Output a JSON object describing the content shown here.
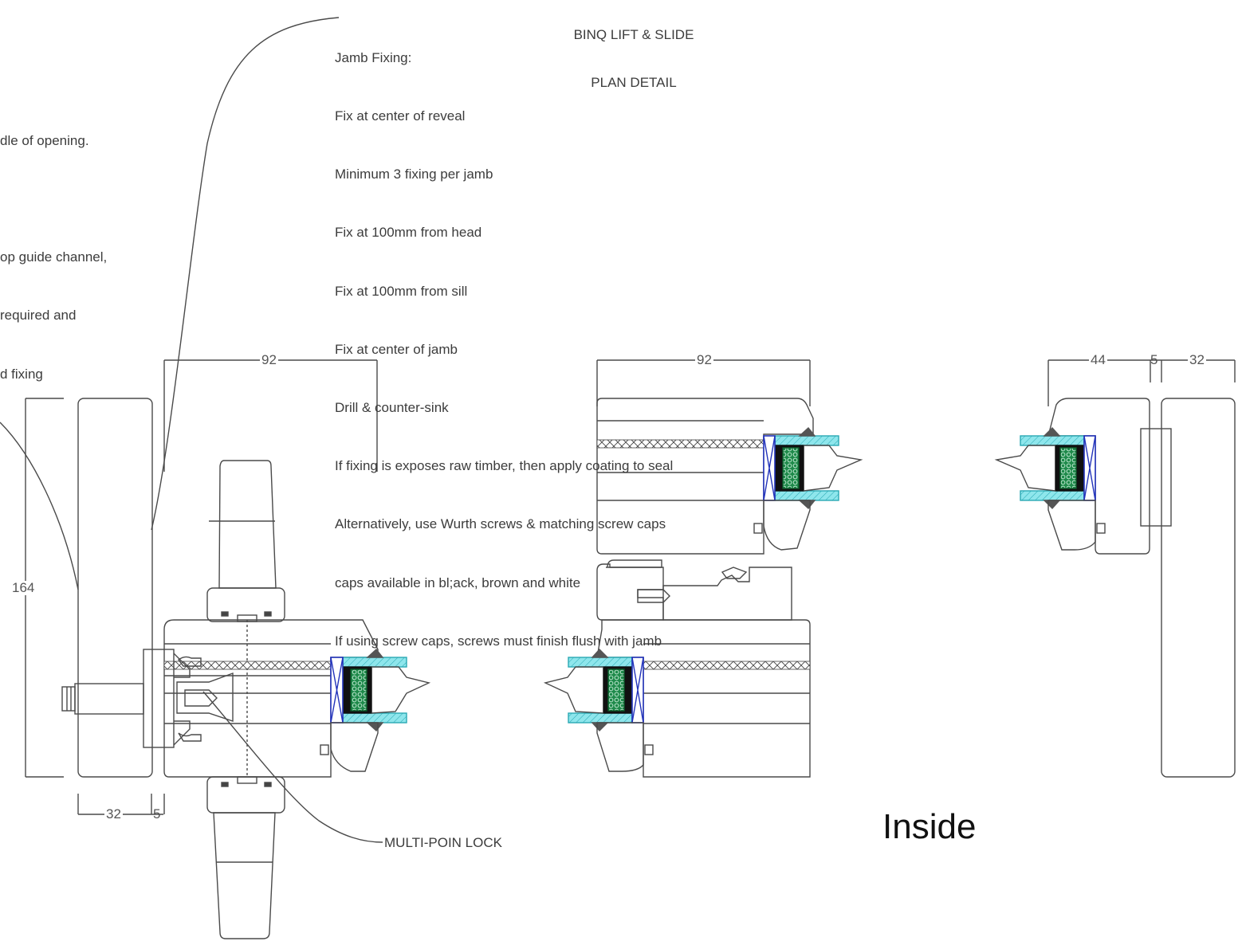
{
  "title": {
    "line1": "BINQ LIFT & SLIDE",
    "line2": "PLAN DETAIL"
  },
  "left_note": {
    "lines": [
      "dle of opening.",
      "",
      "op guide channel,",
      "required and",
      "d fixing"
    ]
  },
  "jamb_fixing": {
    "lines": [
      "Jamb Fixing:",
      "Fix at center of reveal",
      "Minimum 3 fixing per jamb",
      "Fix at 100mm from head",
      "Fix at 100mm from sill",
      "Fix at center of jamb",
      "Drill & counter-sink",
      "If fixing is exposes raw timber, then apply coating to seal",
      "Alternatively, use Wurth screws & matching screw caps",
      "caps available in bl;ack, brown and white",
      "If using screw caps, screws must finish flush with jamb"
    ]
  },
  "dimensions": {
    "left_width": "92",
    "center_width": "92",
    "height": "164",
    "bottom_jamb": "32",
    "bottom_gap": "5",
    "right_sash": "44",
    "right_gap": "5",
    "right_jamb": "32"
  },
  "labels": {
    "lock": "MULTI-POIN LOCK",
    "inside": "Inside"
  },
  "colors": {
    "line": "#4a4a4a",
    "bead": "#7fe3ea",
    "seal": "#2233bb",
    "glass_spacer": "#1e8a4a",
    "gasket": "#555555"
  }
}
